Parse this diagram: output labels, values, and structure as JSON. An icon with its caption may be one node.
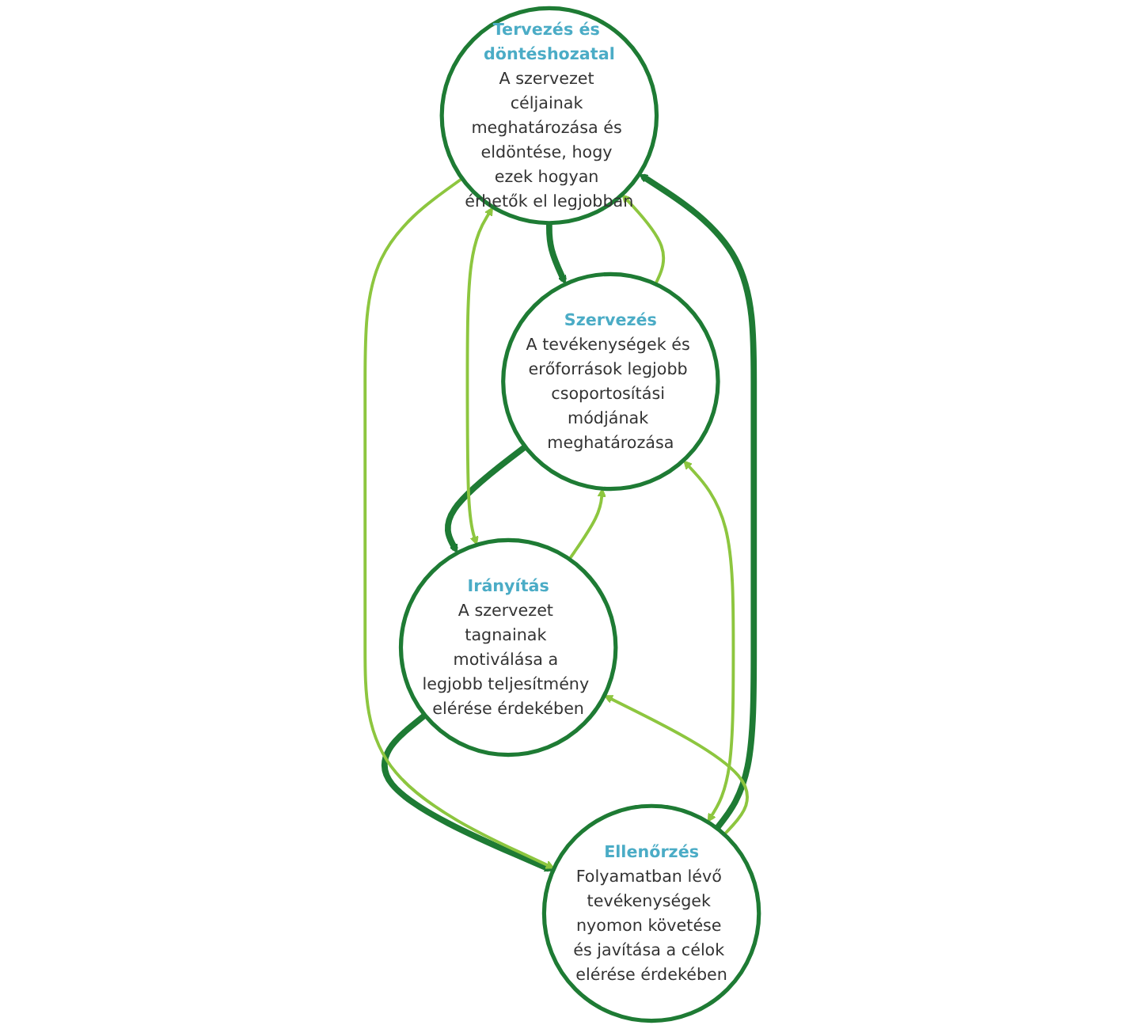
{
  "diagram": {
    "nodes": [
      {
        "text": [
          "Tervezés és döntéshozatal",
          "A szervezet céljainak meghatározása és eldöntése, hogy ezek hogyan érhetők el legjobban"
        ]
      },
      {
        "text": [
          "Szervezés",
          "A tevékenységek és erőforrások legjobb csoportosítási módjának meghatározása"
        ]
      },
      {
        "text": [
          "Ellenőrzés",
          "Folyamatban lévő tevékenységek nyomon követése és javítása a célok elérése érdekében"
        ]
      },
      {
        "text": [
          "Irányítás",
          "A szervezet tagnainak motiválása a legjobb teljesítmény elérése érdekében"
        ]
      }
    ],
    "edges": [
      {
        "from": 0,
        "to": 1,
        "arrow": "to",
        "style": "thick",
        "color": "#1e7b34"
      },
      {
        "from": 1,
        "to": 3,
        "arrow": "to",
        "style": "thick",
        "color": "#1e7b34"
      },
      {
        "from": 3,
        "to": 2,
        "arrow": "to",
        "style": "thick",
        "color": "#1e7b34"
      },
      {
        "from": 2,
        "to": 0,
        "arrow": "to",
        "style": "thick",
        "color": "#1e7b34"
      },
      {
        "from": 1,
        "to": 0,
        "arrow": "to"
      },
      {
        "from": 0,
        "to": 2,
        "arrow": "to"
      },
      {
        "from": 2,
        "to": 3,
        "arrow": "to"
      },
      {
        "from": 3,
        "to": 1,
        "arrow": "to"
      },
      {
        "from": 0,
        "to": 3,
        "arrow": "both"
      },
      {
        "from": 1,
        "to": 2,
        "arrow": "both"
      }
    ]
  }
}
